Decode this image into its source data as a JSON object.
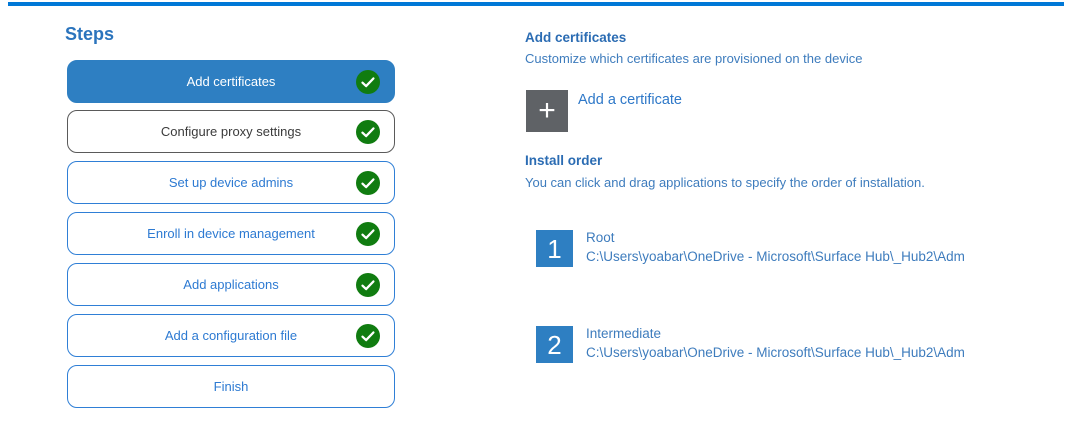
{
  "accent_color": "#0078d7",
  "steps_panel": {
    "title": "Steps",
    "items": [
      {
        "label": "Add certificates",
        "state": "active",
        "done": true
      },
      {
        "label": "Configure proxy settings",
        "state": "muted",
        "done": true
      },
      {
        "label": "Set up device admins",
        "state": "normal",
        "done": true
      },
      {
        "label": "Enroll in device management",
        "state": "normal",
        "done": true
      },
      {
        "label": "Add applications",
        "state": "normal",
        "done": true
      },
      {
        "label": "Add a configuration file",
        "state": "normal",
        "done": true
      },
      {
        "label": "Finish",
        "state": "normal",
        "done": false
      }
    ]
  },
  "content": {
    "section_title": "Add certificates",
    "section_subtitle": "Customize which certificates are provisioned on the device",
    "add_button_label": "Add a certificate",
    "plus_icon": "+",
    "install_order": {
      "title": "Install order",
      "subtitle": "You can click and drag applications to specify the order of installation.",
      "items": [
        {
          "number": "1",
          "name": "Root",
          "path": "C:\\Users\\yoabar\\OneDrive - Microsoft\\Surface Hub\\_Hub2\\Adm"
        },
        {
          "number": "2",
          "name": "Intermediate",
          "path": "C:\\Users\\yoabar\\OneDrive - Microsoft\\Surface Hub\\_Hub2\\Adm"
        }
      ]
    }
  },
  "colors": {
    "accent": "#0078d7",
    "active_step_bg": "#2e7fc2",
    "check_green": "#107c10",
    "tile_blue": "#2e7fc2",
    "plus_tile_gray": "#5f6266"
  }
}
